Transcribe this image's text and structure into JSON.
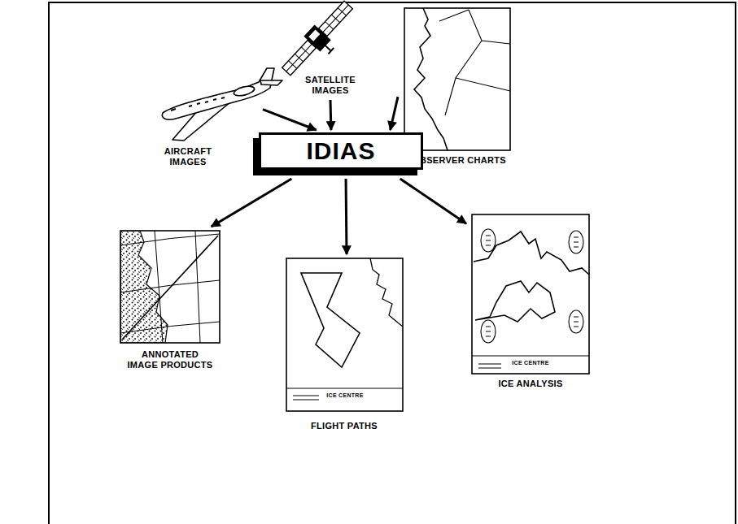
{
  "diagram": {
    "nodes": [
      {
        "text": [
          "AIRCRAFT IMAGES"
        ]
      },
      {
        "text": [
          "SATELLITE IMAGES"
        ]
      },
      {
        "text": [
          "OBSERVER CHARTS"
        ]
      },
      {
        "text": [
          "IDIAS"
        ]
      },
      {
        "text": [
          "ANNOTATED IMAGE PRODUCTS"
        ]
      },
      {
        "text": [
          "FLIGHT PATHS",
          "ICE CENTRE"
        ]
      },
      {
        "text": [
          "ICE ANALYSIS",
          "ICE CENTRE"
        ]
      }
    ],
    "edges": [
      {
        "from": 0,
        "to": 3,
        "arrow": "to"
      },
      {
        "from": 1,
        "to": 3,
        "arrow": "to"
      },
      {
        "from": 2,
        "to": 3,
        "arrow": "to"
      },
      {
        "from": 3,
        "to": 4,
        "arrow": "to"
      },
      {
        "from": 3,
        "to": 5,
        "arrow": "to"
      },
      {
        "from": 3,
        "to": 6,
        "arrow": "to"
      }
    ]
  }
}
